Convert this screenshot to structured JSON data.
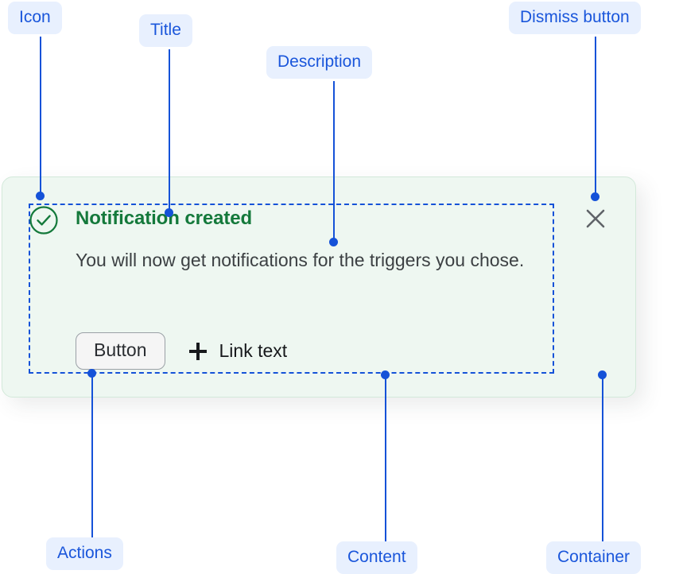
{
  "notification": {
    "title": "Notification created",
    "description": "You will now get notifications for the triggers you chose.",
    "status_icon": "check-circle-icon",
    "dismiss_icon": "close-icon",
    "actions": {
      "button_label": "Button",
      "link_icon": "plus-icon",
      "link_label": "Link text"
    },
    "colors": {
      "container_bg": "#eef7f1",
      "container_border": "#d3e9da",
      "title": "#14793b",
      "description": "#3c4043",
      "icon": "#14793b",
      "dismiss": "#5f6368",
      "button_bg": "#f5f5f5",
      "button_border": "#9aa0a6",
      "annotation": "#1552d8",
      "annotation_pill_bg": "#e8f0fe"
    }
  },
  "annotations": [
    {
      "id": "icon",
      "label": "Icon"
    },
    {
      "id": "title",
      "label": "Title"
    },
    {
      "id": "description",
      "label": "Description"
    },
    {
      "id": "dismiss-button",
      "label": "Dismiss button"
    },
    {
      "id": "actions",
      "label": "Actions"
    },
    {
      "id": "content",
      "label": "Content"
    },
    {
      "id": "container",
      "label": "Container"
    }
  ]
}
